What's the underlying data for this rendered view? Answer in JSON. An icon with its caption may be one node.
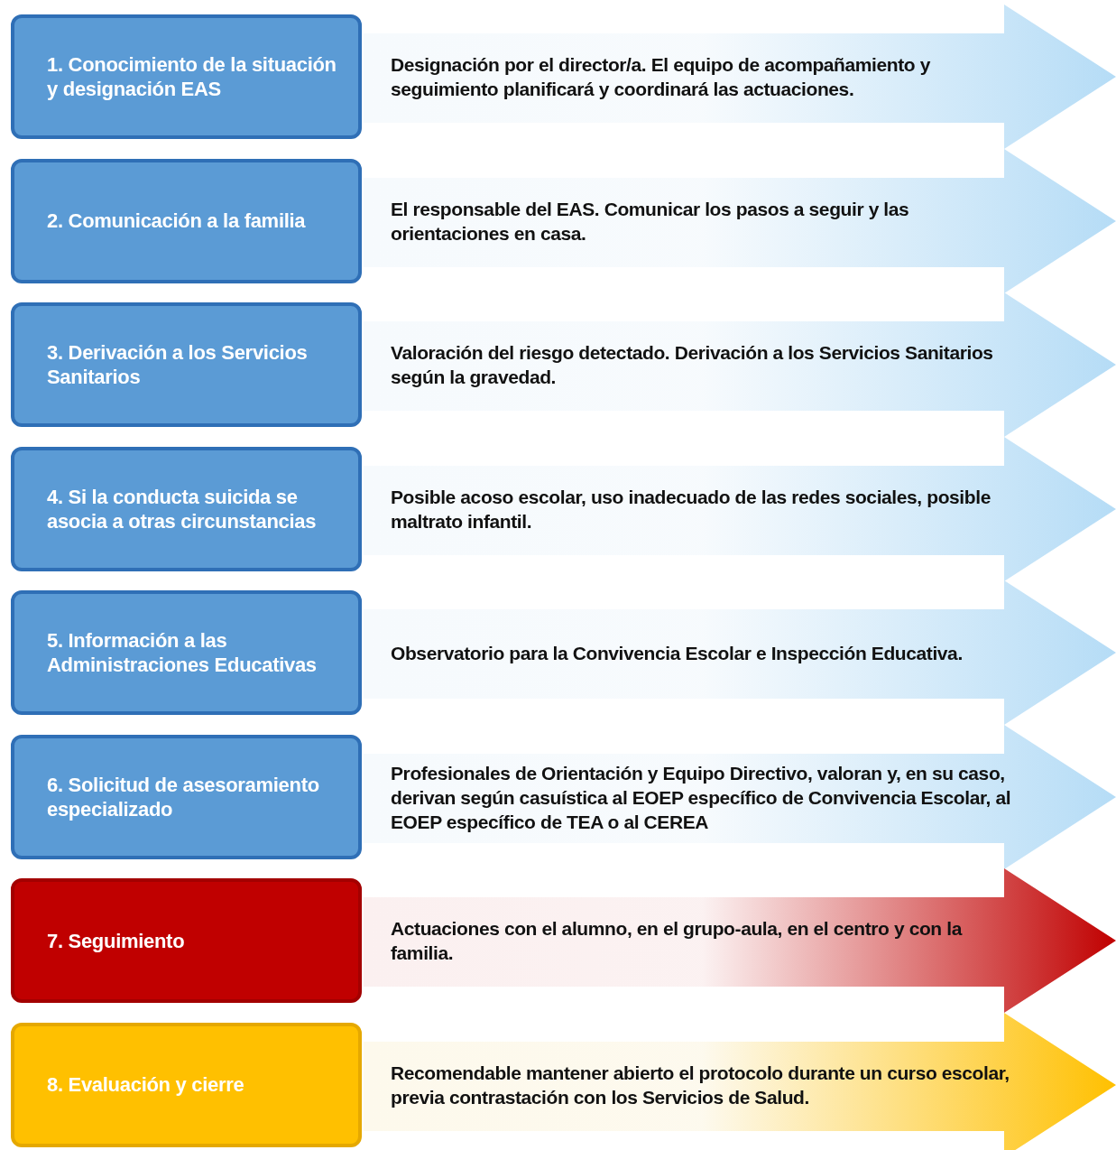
{
  "diagram": {
    "nodes": [
      {
        "text": [
          "1. Conocimiento de la situación y designación EAS"
        ]
      },
      {
        "text": [
          "Designación por el director/a. El equipo de acompañamiento y seguimiento planificará y coordinará las actuaciones."
        ]
      },
      {
        "text": [
          "2. Comunicación a la familia"
        ]
      },
      {
        "text": [
          "El responsable del EAS. Comunicar los pasos a seguir y las orientaciones en casa."
        ]
      },
      {
        "text": [
          "3. Derivación a los Servicios Sanitarios"
        ]
      },
      {
        "text": [
          "Valoración del riesgo detectado. Derivación a los Servicios Sanitarios según la gravedad."
        ]
      },
      {
        "text": [
          "4. Si la conducta suicida se asocia a otras circunstancias"
        ]
      },
      {
        "text": [
          "Posible acoso escolar, uso inadecuado de las redes sociales, posible maltrato infantil."
        ]
      },
      {
        "text": [
          "5. Información a las Administraciones Educativas"
        ]
      },
      {
        "text": [
          "Observatorio para la Convivencia Escolar e Inspección Educativa."
        ]
      },
      {
        "text": [
          "6. Solicitud de asesoramiento especializado"
        ]
      },
      {
        "text": [
          "Profesionales de Orientación y Equipo Directivo, valoran y, en su caso, derivan según casuística al EOEP específico de Convivencia Escolar, al EOEP específico de TEA o al CEREA"
        ]
      },
      {
        "text": [
          "7. Seguimiento"
        ]
      },
      {
        "text": [
          "Actuaciones con el alumno, en el grupo-aula, en el centro y con la familia."
        ]
      },
      {
        "text": [
          "8. Evaluación y cierre"
        ]
      },
      {
        "text": [
          "Recomendable mantener abierto el protocolo durante un curso escolar, previa contrastación con los Servicios de Salud."
        ]
      }
    ]
  }
}
